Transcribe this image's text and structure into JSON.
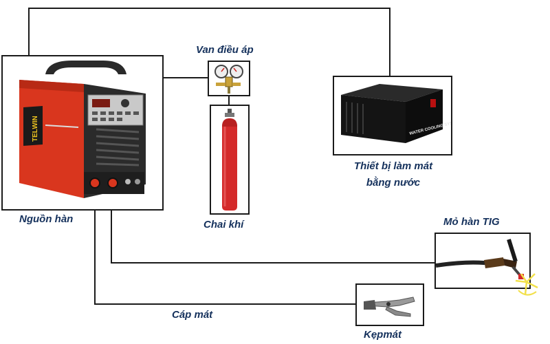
{
  "diagram": {
    "labels": {
      "power_source": "Nguồn hàn",
      "regulator": "Van điều áp",
      "gas_cylinder": "Chai khí",
      "cooling_unit_line1": "Thiết bị làm mát",
      "cooling_unit_line2": "bằng nước",
      "tig_torch": "Mỏ hàn TIG",
      "ground_cable": "Cáp mát",
      "ground_clamp": "Kẹpmát"
    },
    "device_text": {
      "welder_brand": "TELWIN",
      "cooling_unit_print": "WATER COOLING SYSTEM"
    },
    "colors": {
      "line": "#1a1a1a",
      "label": "#15315c",
      "welder_body": "#d9361e",
      "welder_panel": "#2b2b2b",
      "cylinder": "#d42a2a",
      "cooler_body": "#141414",
      "arc_glow": "#f2e04a"
    }
  }
}
